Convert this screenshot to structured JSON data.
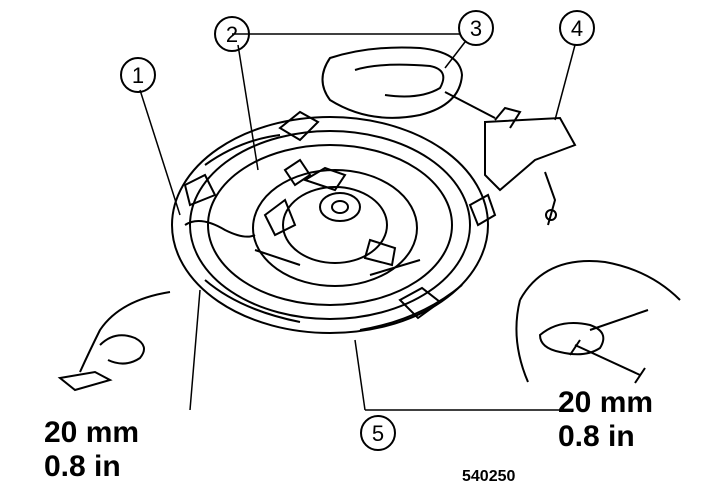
{
  "callouts": [
    {
      "number": "1"
    },
    {
      "number": "2"
    },
    {
      "number": "3"
    },
    {
      "number": "4"
    },
    {
      "number": "5"
    }
  ],
  "measurements": {
    "left": {
      "mm": "20 mm",
      "in": "0.8 in"
    },
    "right": {
      "mm": "20 mm",
      "in": "0.8 in"
    }
  },
  "figure_id": "540250"
}
